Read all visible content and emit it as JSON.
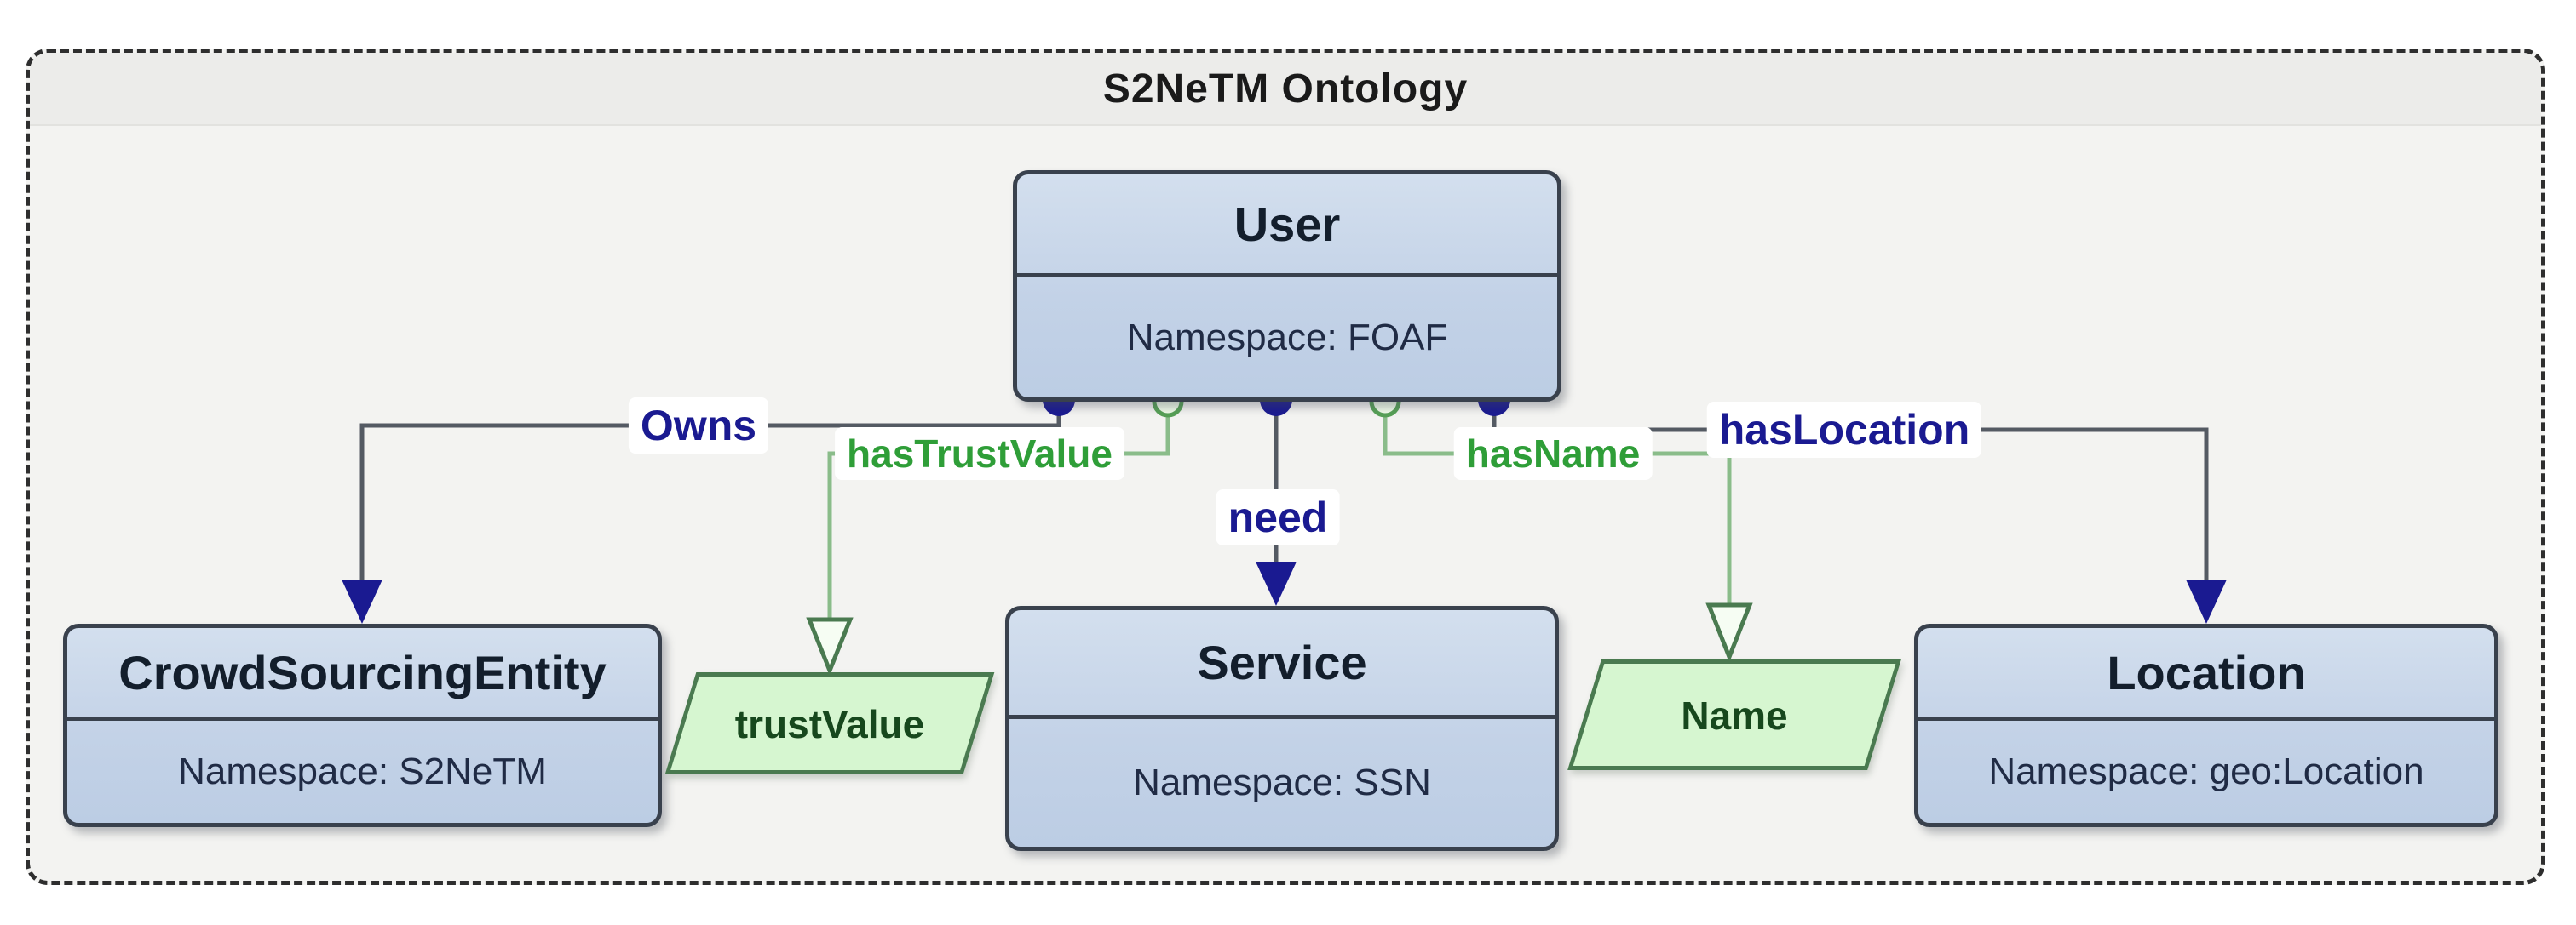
{
  "diagram_title": "S2NeTM Ontology",
  "nodes": {
    "user": {
      "label": "User",
      "namespace": "Namespace: FOAF"
    },
    "crowdsourcing_entity": {
      "label": "CrowdSourcingEntity",
      "namespace": "Namespace: S2NeTM"
    },
    "service": {
      "label": "Service",
      "namespace": "Namespace: SSN"
    },
    "location": {
      "label": "Location",
      "namespace": "Namespace: geo:Location"
    }
  },
  "attributes": {
    "trust_value": {
      "label": "trustValue"
    },
    "name": {
      "label": "Name"
    }
  },
  "edges": {
    "owns": {
      "label": "Owns",
      "style": "navy-filled-arrow"
    },
    "has_trust_value": {
      "label": "hasTrustValue",
      "style": "green-hollow-arrow"
    },
    "need": {
      "label": "need",
      "style": "navy-filled-arrow"
    },
    "has_name": {
      "label": "hasName",
      "style": "green-hollow-arrow"
    },
    "has_location": {
      "label": "hasLocation",
      "style": "navy-filled-arrow"
    }
  },
  "colors": {
    "class_fill": "#c3d2e7",
    "class_border": "#39414d",
    "attribute_fill": "#d6f6d0",
    "attribute_border": "#4a7a50",
    "object_property": "#1a1a91",
    "datatype_property": "#2f9e38",
    "connector_line": "#545a63",
    "frame_background": "#f3f3f1"
  }
}
